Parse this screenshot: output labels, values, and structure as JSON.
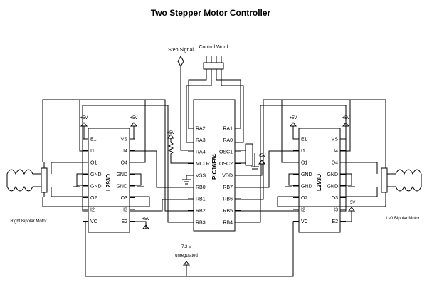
{
  "title": "Two Stepper Motor Controller",
  "labels": {
    "step_signal": "Step Signal",
    "control_word": "Control Word",
    "supply_v": "7.2 V",
    "supply_unreg": "unregulated",
    "right_motor": "Right Bipolar Motor",
    "left_motor": "Left Bipolar Motor",
    "plus5v": "+5V"
  },
  "pic": {
    "name": "PIC16F84",
    "left_pins": [
      "RA2",
      "RA3",
      "RA4",
      "MCLR",
      "VSS",
      "RB0",
      "RB1",
      "RB2",
      "RB3"
    ],
    "right_pins": [
      "RA1",
      "RA0",
      "OSC1",
      "OSC2",
      "VDD",
      "RB7",
      "RB6",
      "RB5",
      "RB4"
    ]
  },
  "driver_left": {
    "name": "L293D",
    "left_pins": [
      "E1",
      "I1",
      "O1",
      "GND",
      "GND",
      "O2",
      "I2",
      "VC"
    ],
    "right_pins": [
      "VS",
      "I4",
      "O4",
      "GND",
      "GND",
      "O3",
      "I3",
      "E2"
    ]
  },
  "driver_right": {
    "name": "L293D",
    "left_pins": [
      "E1",
      "I1",
      "O1",
      "GND",
      "GND",
      "O2",
      "I2",
      "VC"
    ],
    "right_pins": [
      "VS",
      "I4",
      "O4",
      "GND",
      "GND",
      "O3",
      "I3",
      "E2"
    ]
  }
}
